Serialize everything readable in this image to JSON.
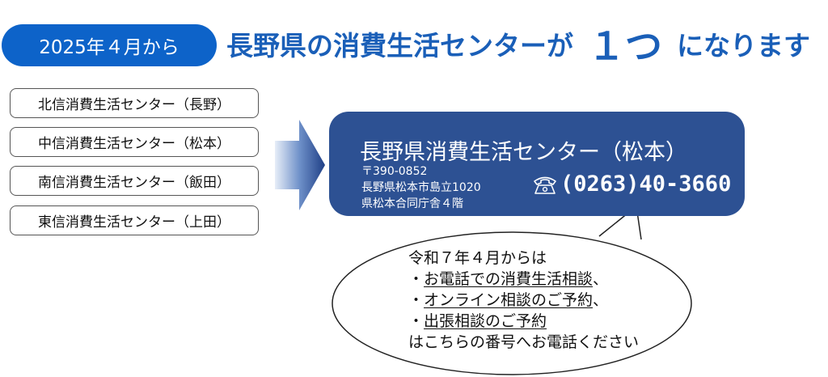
{
  "badge": {
    "label": "2025年４月から"
  },
  "headline": {
    "part1": "長野県の消費生活センターが",
    "number": "１つ",
    "part2": "になります"
  },
  "old_centers": [
    "北信消費生活センター（長野）",
    "中信消費生活センター（松本）",
    "南信消費生活センター（飯田）",
    "東信消費生活センター（上田）"
  ],
  "new_center": {
    "name": "長野県消費生活センター（松本）",
    "postal": "〒390-0852",
    "address_line1": "長野県松本市島立1020",
    "address_line2": "県松本合同庁舎４階",
    "phone": "(0263)40-3660",
    "phone_icon": "telephone-icon"
  },
  "notice": {
    "line1": "令和７年４月からは",
    "bullet": "・",
    "item1": "お電話での消費生活相談",
    "item1_suffix": "、",
    "item2": "オンライン相談のご予約",
    "item2_suffix": "、",
    "item3": "出張相談のご予約",
    "closing": "はこちらの番号へお電話ください"
  },
  "colors": {
    "pill": "#0d63c9",
    "headline": "#1a5fb8",
    "card": "#2d5193"
  }
}
